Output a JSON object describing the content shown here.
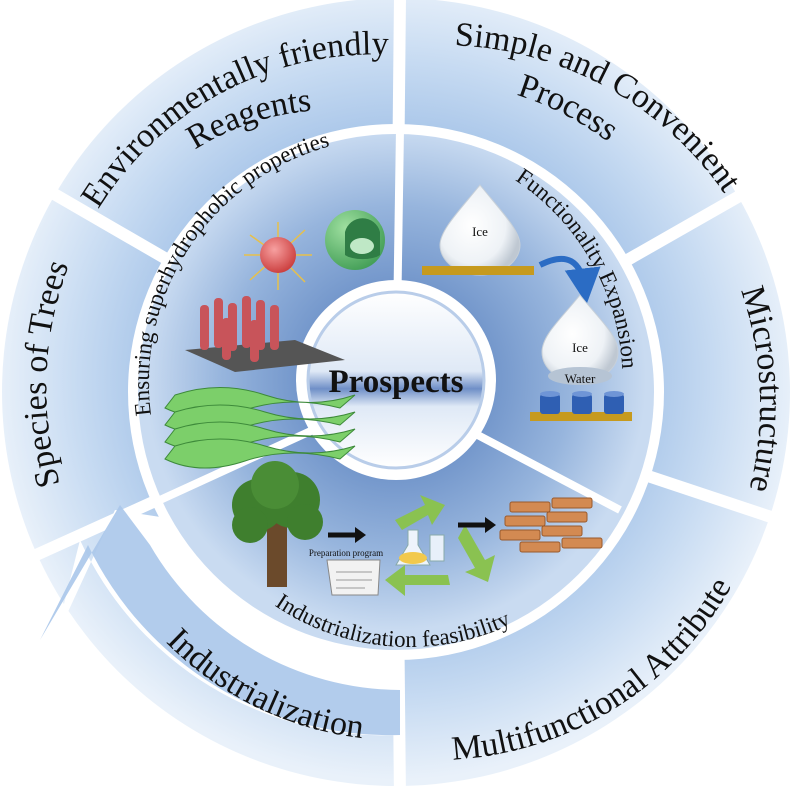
{
  "center": {
    "title": "Prospects"
  },
  "outer_ring": {
    "environmental_line1": "Environmentally friendly",
    "environmental_line2": "Reagents",
    "simple_line1": "Simple and Convenient",
    "simple_line2": "Process",
    "microstructure": "Microstructure",
    "multifunctional": "Multifunctional Attribute",
    "industrialization": "Industrialization",
    "species": "Species of Trees"
  },
  "inner_ring": {
    "superhydrophobic": "Ensuring superhydrophobic properties",
    "functionality": "Functionality Expansion",
    "industrial_feasibility": "Industrialization feasibility"
  },
  "illustrations": {
    "ice_label_top": "Ice",
    "ice_label_bottom": "Ice",
    "water_label": "Water",
    "preparation_label": "Preparation program"
  },
  "colors": {
    "ring_light": "#d6e5f5",
    "ring_mid": "#a9c6e8",
    "inner_mid": "#8fb0d8",
    "gold": "#c69a1e",
    "cylinder_blue": "#2f5fb3",
    "arrow_blue": "#2b6cc4",
    "tree_green": "#3f7f2e",
    "trunk_brown": "#6b4a2b",
    "brick": "#d38a52"
  }
}
